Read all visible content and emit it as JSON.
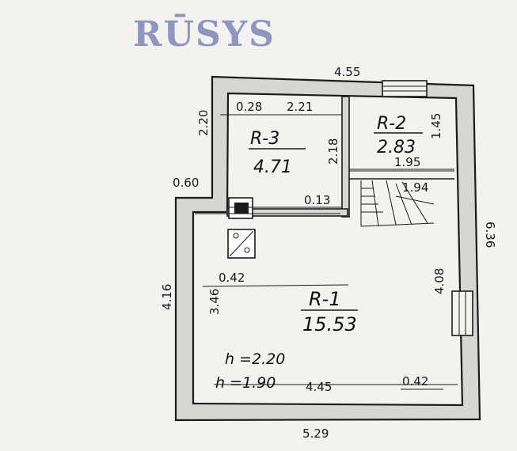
{
  "stamp": "RŪSYS",
  "rooms": [
    {
      "name": "R-3",
      "area": "4.71"
    },
    {
      "name": "R-2",
      "area": "2.83"
    },
    {
      "name": "R-1",
      "area": "15.53"
    }
  ],
  "dimensions": {
    "top_width": "4.55",
    "left_upper_height": "2.20",
    "r3_width_a": "0.28",
    "r3_width_b": "2.21",
    "r3_height": "2.18",
    "r2_height": "1.45",
    "r2_width": "1.95",
    "stair_width": "1.94",
    "step_offset": "0.60",
    "chimney_gap": "0.13",
    "right_height": "6.36",
    "r1_right_height": "4.08",
    "left_lower_height": "4.16",
    "r1_inner_offset": "0.42",
    "r1_inner_height": "3.46",
    "r1_inner_width": "4.45",
    "r1_corner": "0.42",
    "bottom_width": "5.29"
  },
  "heights": {
    "h1": "h =2.20",
    "h2": "h =1.90"
  }
}
